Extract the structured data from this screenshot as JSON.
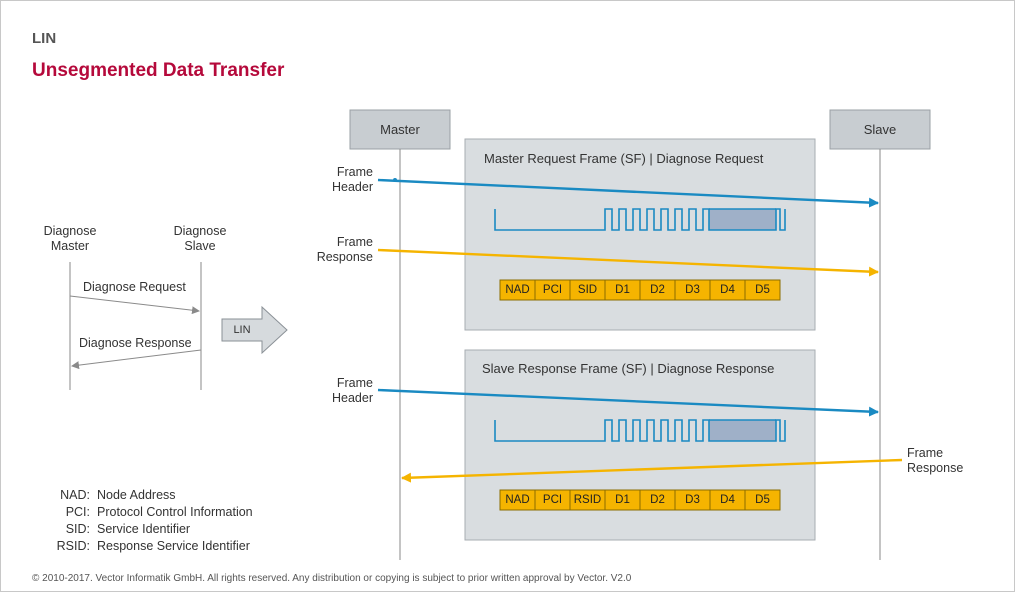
{
  "header": {
    "brand": "LIN",
    "title": "Unsegmented Data Transfer"
  },
  "left_diagram": {
    "master_label_line1": "Diagnose",
    "master_label_line2": "Master",
    "slave_label_line1": "Diagnose",
    "slave_label_line2": "Slave",
    "request_label": "Diagnose Request",
    "response_label": "Diagnose Response",
    "transition_label": "LIN"
  },
  "nodes": {
    "master": "Master",
    "slave": "Slave"
  },
  "frames": [
    {
      "title": "Master Request Frame (SF) | Diagnose Request",
      "header_label_line1": "Frame",
      "header_label_line2": "Header",
      "response_label_line1": "Frame",
      "response_label_line2": "Response",
      "bytes": [
        "NAD",
        "PCI",
        "SID",
        "D1",
        "D2",
        "D3",
        "D4",
        "D5"
      ]
    },
    {
      "title": "Slave Response Frame (SF) | Diagnose Response",
      "header_label_line1": "Frame",
      "header_label_line2": "Header",
      "response_label_line1": "Frame",
      "response_label_line2": "Response",
      "bytes": [
        "NAD",
        "PCI",
        "RSID",
        "D1",
        "D2",
        "D3",
        "D4",
        "D5"
      ]
    }
  ],
  "legend": [
    {
      "abbr": "NAD:",
      "text": "Node Address"
    },
    {
      "abbr": "PCI:",
      "text": "Protocol Control Information"
    },
    {
      "abbr": "SID:",
      "text": "Service Identifier"
    },
    {
      "abbr": "RSID:",
      "text": "Response Service Identifier"
    }
  ],
  "footer": "© 2010-2017. Vector Informatik GmbH. All rights reserved. Any distribution or copying is subject to prior written approval by Vector. V2.0",
  "colors": {
    "title": "#b5093b",
    "header_arrow": "#1a8ac2",
    "response_arrow": "#f5b400",
    "byte_fill": "#f5b400",
    "frame_box": "#d9dde0",
    "node_box": "#c8cdd1"
  }
}
